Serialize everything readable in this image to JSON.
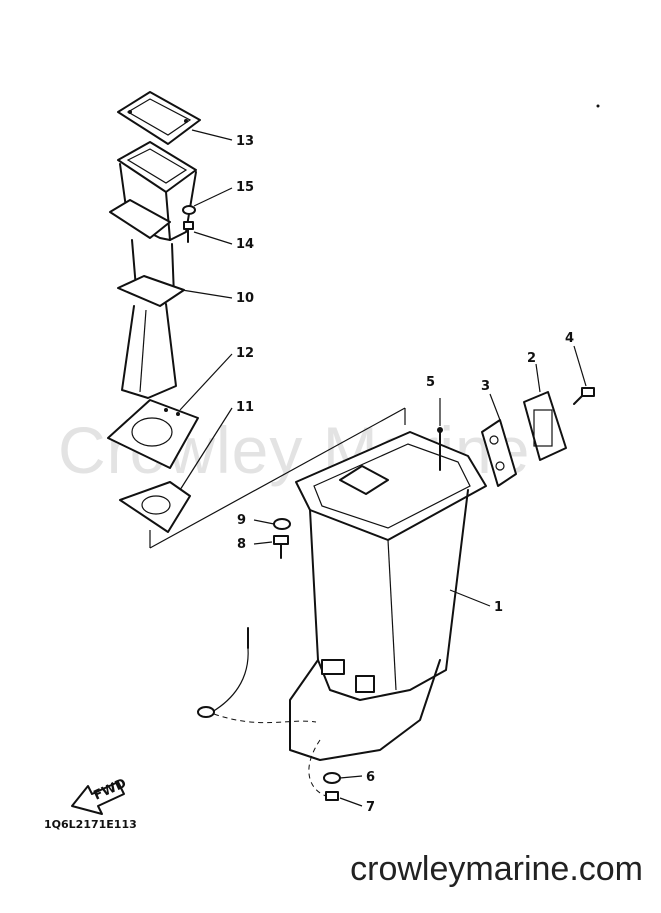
{
  "watermark": "Crowley Marine",
  "drawing_code": "1Q6L2171E113",
  "footer_site": "crowleymarine.com",
  "fwd_label": "FWD",
  "callouts": [
    {
      "id": "1",
      "label": "1"
    },
    {
      "id": "2",
      "label": "2"
    },
    {
      "id": "3",
      "label": "3"
    },
    {
      "id": "4",
      "label": "4"
    },
    {
      "id": "5",
      "label": "5"
    },
    {
      "id": "6",
      "label": "6"
    },
    {
      "id": "7",
      "label": "7"
    },
    {
      "id": "8",
      "label": "8"
    },
    {
      "id": "9",
      "label": "9"
    },
    {
      "id": "10",
      "label": "10"
    },
    {
      "id": "11",
      "label": "11"
    },
    {
      "id": "12",
      "label": "12"
    },
    {
      "id": "13",
      "label": "13"
    },
    {
      "id": "14",
      "label": "14"
    },
    {
      "id": "15",
      "label": "15"
    }
  ]
}
